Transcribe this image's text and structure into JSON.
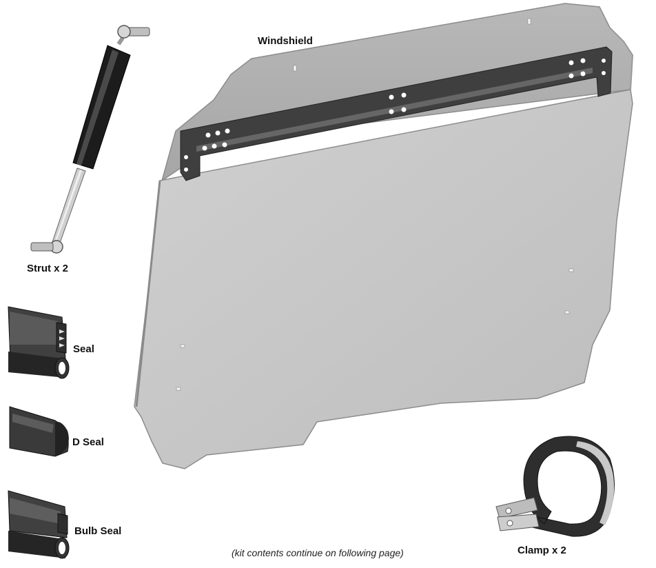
{
  "labels": {
    "windshield": "Windshield",
    "strut": "Strut x 2",
    "seal": "Seal",
    "d_seal": "D Seal",
    "bulb_seal": "Bulb Seal",
    "clamp": "Clamp x 2"
  },
  "note": "(kit contents continue on following page)",
  "colors": {
    "panel": "#c6c6c6",
    "panel_top": "#b3b3b3",
    "bracket": "#3f3f3f",
    "strut_body": "#1c1c1c",
    "rubber": "#2b2b2b"
  }
}
